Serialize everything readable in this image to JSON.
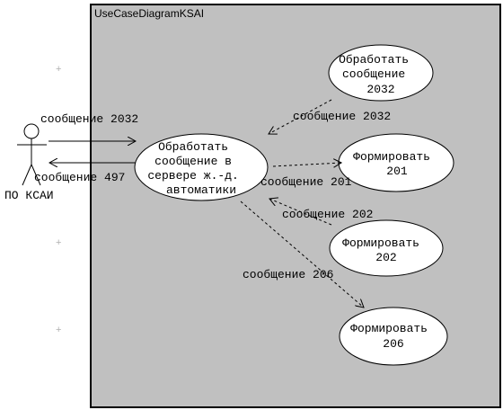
{
  "diagram": {
    "boundary_title": "UseCaseDiagramKSAI",
    "actor": {
      "name": "ПО КСАИ"
    },
    "use_cases": {
      "process_server": {
        "lines": [
          "Обработать",
          "сообщение в",
          "сервере ж.-д.",
          "автоматики"
        ]
      },
      "process_2032": {
        "lines": [
          "Обработать",
          "сообщение",
          "2032"
        ]
      },
      "form_201": {
        "lines": [
          "Формировать",
          "201"
        ]
      },
      "form_202": {
        "lines": [
          "Формировать",
          "202"
        ]
      },
      "form_206": {
        "lines": [
          "Формировать",
          "206"
        ]
      }
    },
    "messages": {
      "actor_to_server": "сообщение 2032",
      "server_to_actor": "сообщение 497",
      "server_to_2032": "сообщение 2032",
      "server_to_201": "сообщение 201",
      "server_to_202": "сообщение 202",
      "server_to_206": "сообщение 206"
    },
    "colors": {
      "boundary_fill": "#c0c0c0",
      "boundary_stroke": "#000000",
      "usecase_fill": "#ffffff"
    }
  }
}
